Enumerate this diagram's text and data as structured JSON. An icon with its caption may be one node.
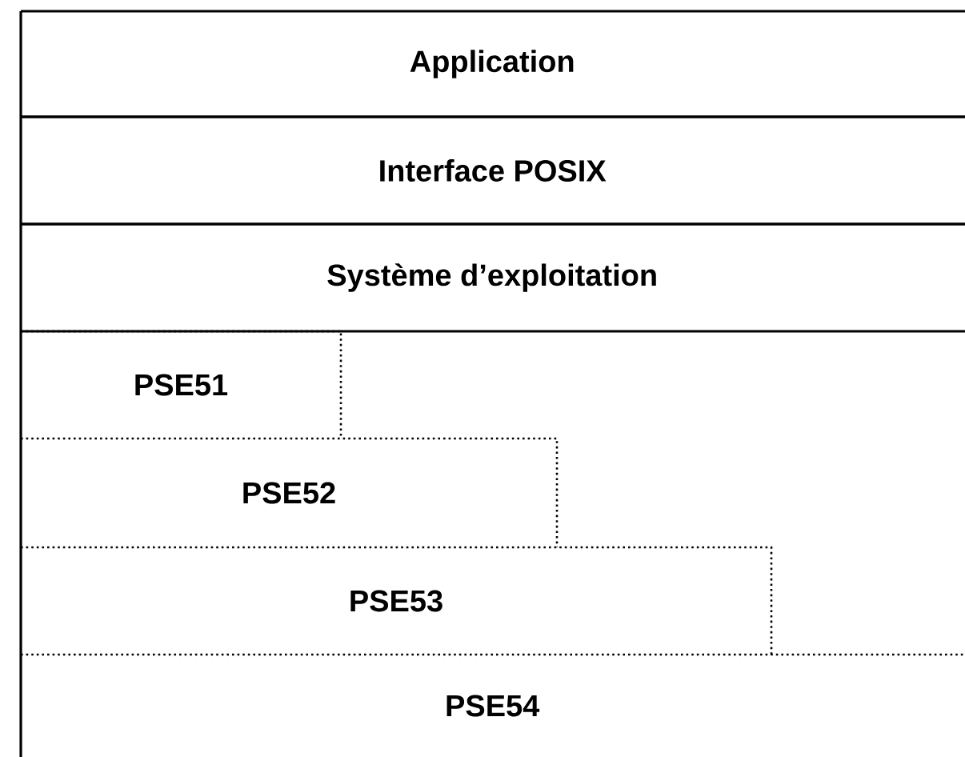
{
  "diagram": {
    "nodes": [
      {
        "text": [
          "Application"
        ]
      },
      {
        "text": [
          "Interface POSIX"
        ]
      },
      {
        "text": [
          "Système d’exploitation"
        ]
      },
      {
        "text": [
          "PSE51"
        ]
      },
      {
        "text": [
          "PSE52"
        ]
      },
      {
        "text": [
          "PSE53"
        ]
      },
      {
        "text": [
          "PSE54"
        ]
      }
    ]
  }
}
